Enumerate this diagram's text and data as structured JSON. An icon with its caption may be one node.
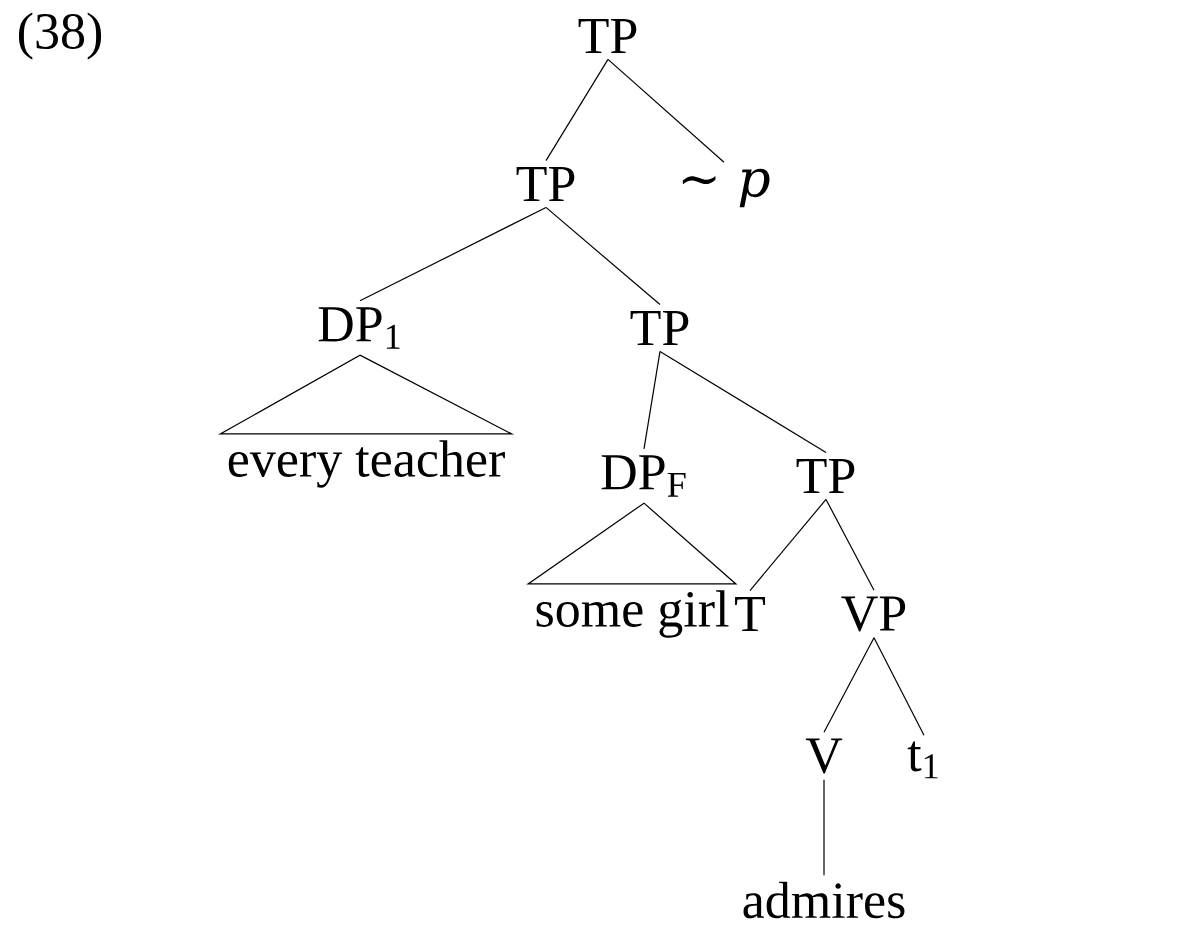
{
  "diagram": {
    "nodes": [
      {
        "text": [
          "TP"
        ]
      },
      {
        "text": [
          "TP"
        ]
      },
      {
        "text": [
          "∼ *p*"
        ]
      },
      {
        "text": [
          "DP$_{1}$"
        ]
      },
      {
        "text": [
          "TP"
        ]
      },
      {
        "text": [
          "every teacher"
        ]
      },
      {
        "text": [
          "DP$_{F}$"
        ]
      },
      {
        "text": [
          "TP"
        ]
      },
      {
        "text": [
          "some girl"
        ]
      },
      {
        "text": [
          "T"
        ]
      },
      {
        "text": [
          "VP"
        ]
      },
      {
        "text": [
          "V"
        ]
      },
      {
        "text": [
          "t$_{1}$"
        ]
      },
      {
        "text": [
          "admires"
        ]
      }
    ],
    "edges": [
      {
        "from": 0,
        "to": 1,
        "arrow": "none"
      },
      {
        "from": 0,
        "to": 2,
        "arrow": "none"
      },
      {
        "from": 1,
        "to": 3,
        "arrow": "none"
      },
      {
        "from": 1,
        "to": 4,
        "arrow": "none"
      },
      {
        "from": 3,
        "to": 5,
        "arrow": "none"
      },
      {
        "from": 4,
        "to": 6,
        "arrow": "none"
      },
      {
        "from": 4,
        "to": 7,
        "arrow": "none"
      },
      {
        "from": 6,
        "to": 8,
        "arrow": "none"
      },
      {
        "from": 7,
        "to": 9,
        "arrow": "none"
      },
      {
        "from": 7,
        "to": 10,
        "arrow": "none"
      },
      {
        "from": 10,
        "to": 11,
        "arrow": "none"
      },
      {
        "from": 10,
        "to": 12,
        "arrow": "none"
      },
      {
        "from": 11,
        "to": 13,
        "arrow": "none"
      }
    ],
    "labels": [
      "(38)"
    ]
  }
}
